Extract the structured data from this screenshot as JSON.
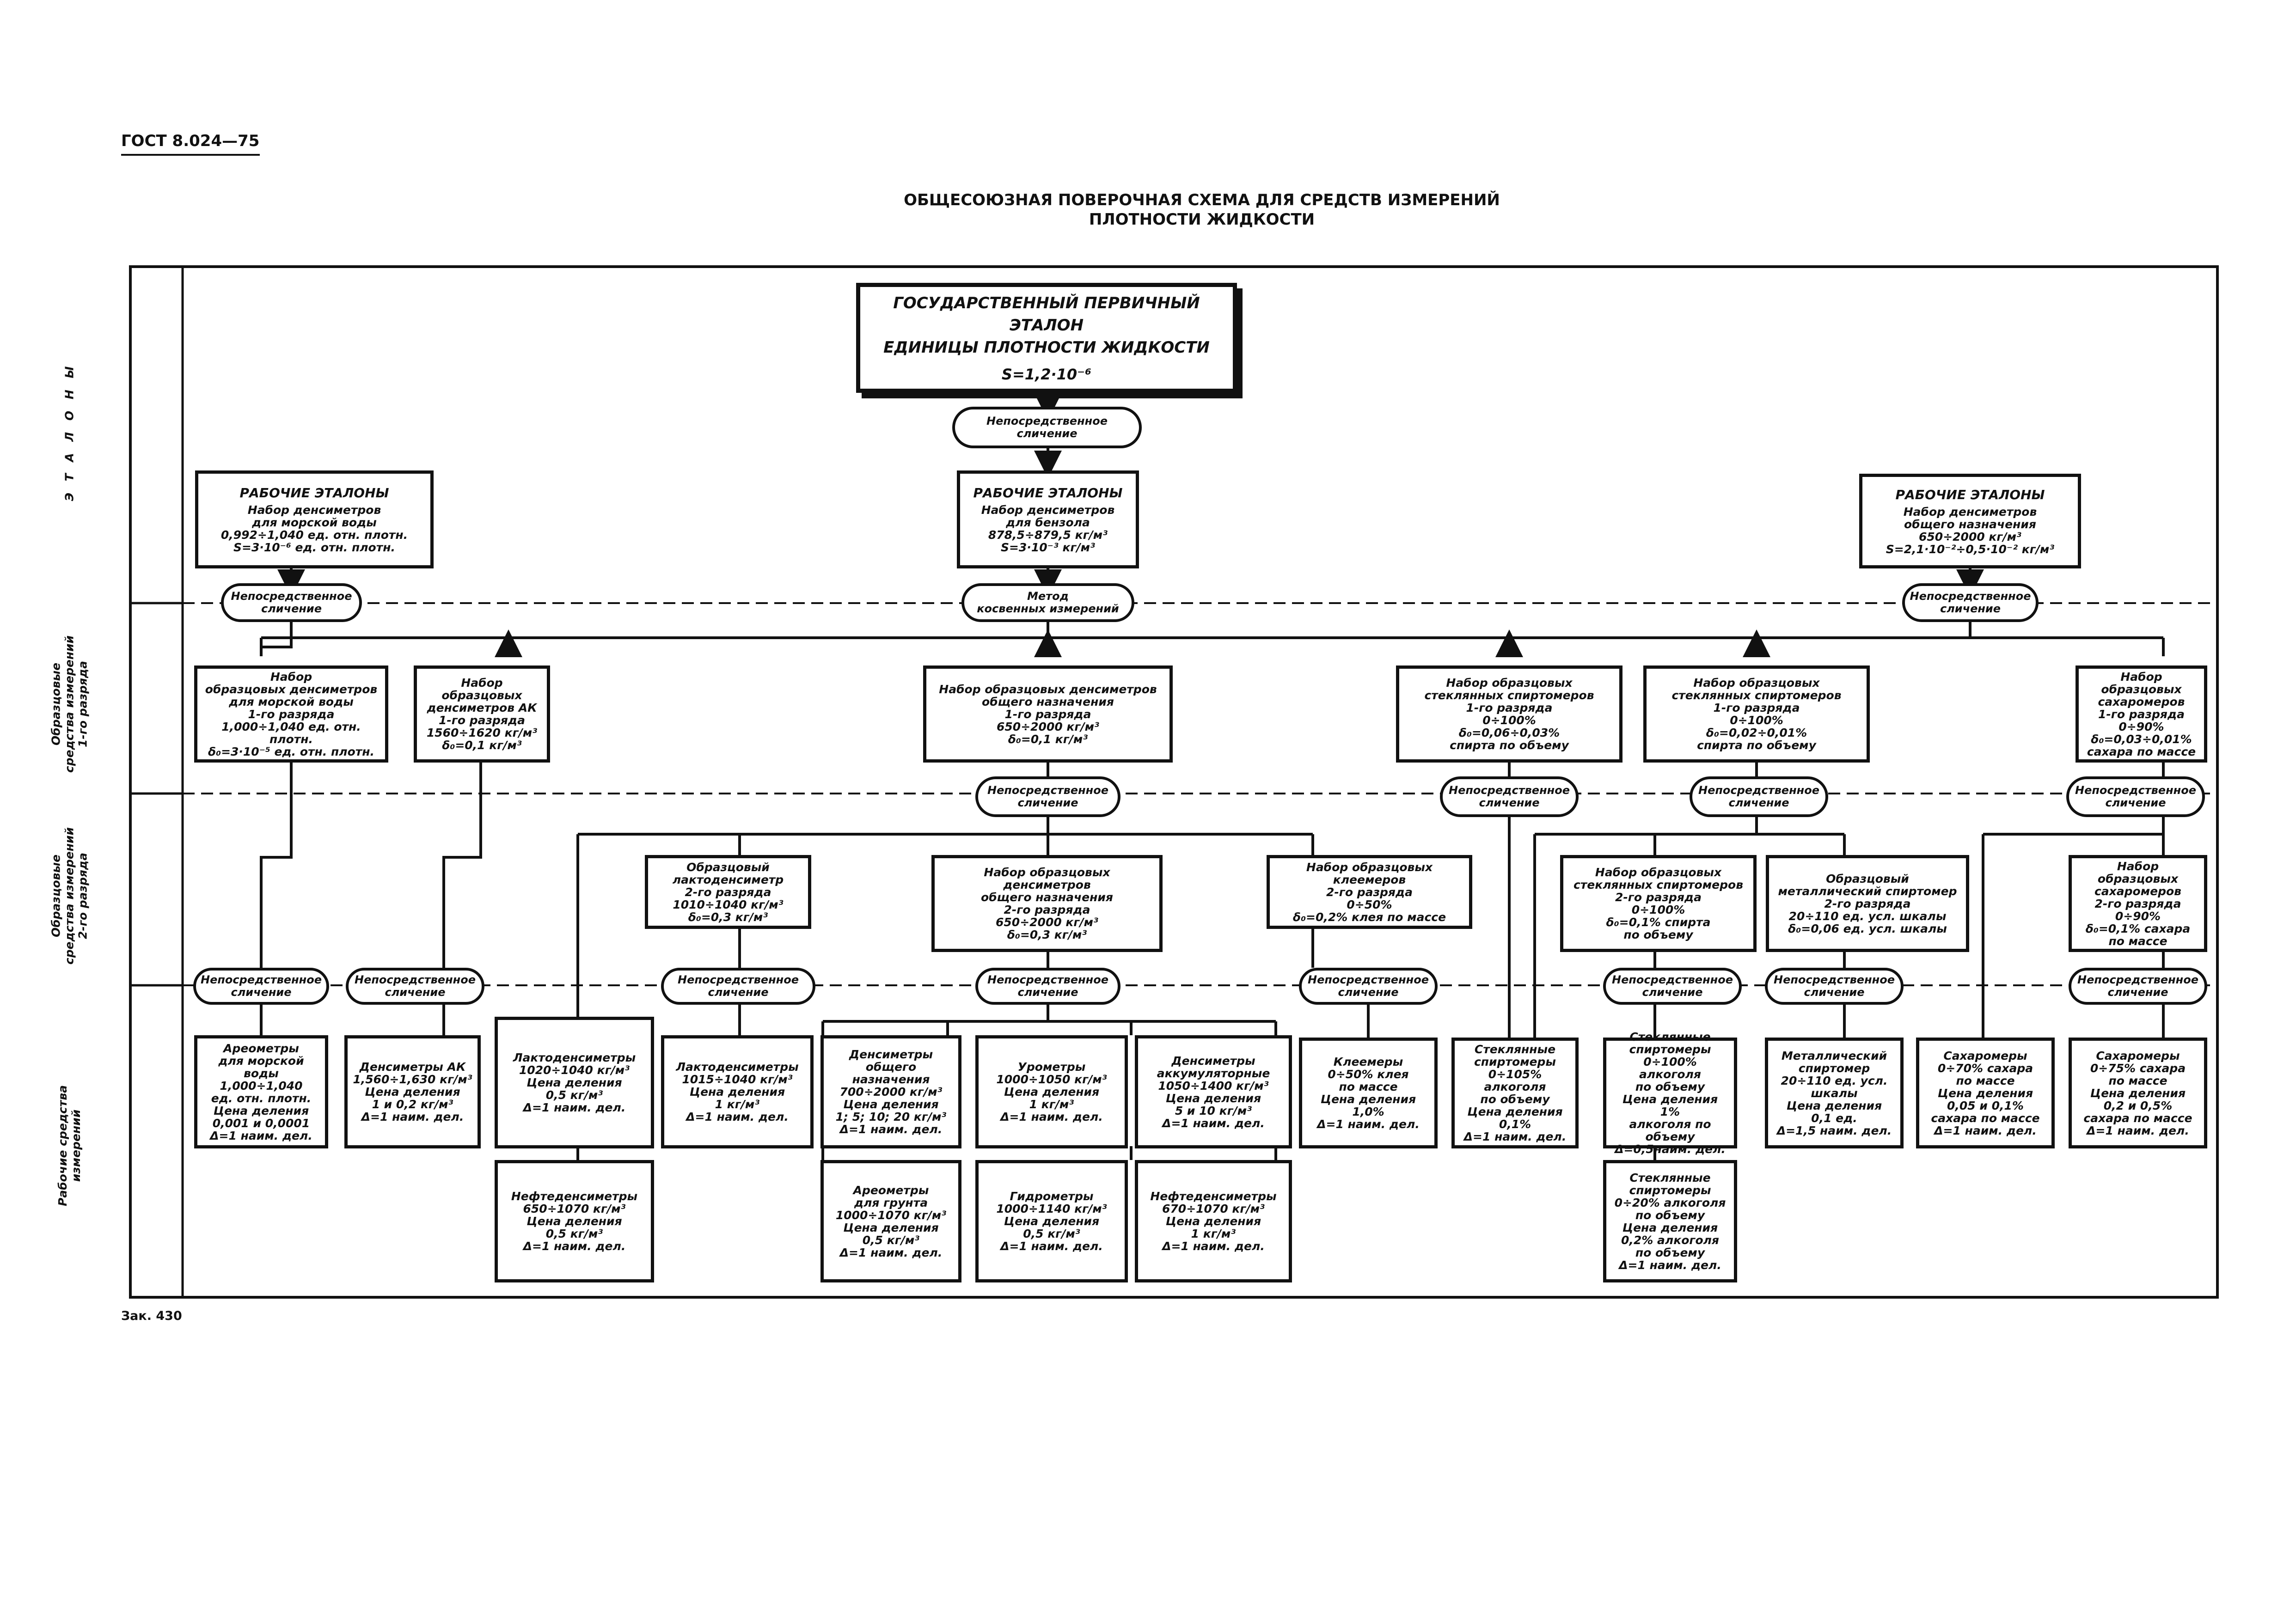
{
  "doc_code": "ГОСТ 8.024—75",
  "title_line1": "ОБЩЕСОЮЗНАЯ ПОВЕРОЧНАЯ СХЕМА ДЛЯ СРЕДСТВ ИЗМЕРЕНИЙ",
  "title_line2": "ПЛОТНОСТИ   ЖИДКОСТИ",
  "order_note": "Зак. 430",
  "rows": {
    "etalony": "Э Т А Л О Н Ы",
    "level1_l1": "Образцовые",
    "level1_l2": "средства измерений",
    "level1_l3": "1-го разряда",
    "level2_l1": "Образцовые",
    "level2_l2": "средства измерений",
    "level2_l3": "2-го разряда",
    "working": "Рабочие средства измерений"
  },
  "primary": {
    "l1": "ГОСУДАРСТВЕННЫЙ ПЕРВИЧНЫЙ ЭТАЛОН",
    "l2": "ЕДИНИЦЫ ПЛОТНОСТИ ЖИДКОСТИ",
    "l3": "S=1,2·10⁻⁶"
  },
  "ovals": {
    "top": {
      "l1": "Непосредственное",
      "l2": "сличение"
    },
    "we_left": {
      "l1": "Непосредственное",
      "l2": "сличение"
    },
    "we_mid": {
      "l1": "Метод",
      "l2": "косвенных измерений"
    },
    "we_right": {
      "l1": "Непосредственное",
      "l2": "сличение"
    },
    "l1_gen": {
      "l1": "Непосредственное",
      "l2": "сличение"
    },
    "l1_glass": {
      "l1": "Непосредственное",
      "l2": "сличение"
    },
    "l1_glass2": {
      "l1": "Непосредственное",
      "l2": "сличение"
    },
    "l1_sugar": {
      "l1": "Непосредственное",
      "l2": "сличение"
    },
    "l2_sea": {
      "l1": "Непосредственное",
      "l2": "сличение"
    },
    "l2_ak": {
      "l1": "Непосредственное",
      "l2": "сличение"
    },
    "l2_lacto": {
      "l1": "Непосредственное",
      "l2": "сличение"
    },
    "l2_gen": {
      "l1": "Непосредственное",
      "l2": "сличение"
    },
    "l2_glue": {
      "l1": "Непосредственное",
      "l2": "сличение"
    },
    "l2_glass": {
      "l1": "Непосредственное",
      "l2": "сличение"
    },
    "l2_metal": {
      "l1": "Непосредственное",
      "l2": "сличение"
    },
    "l2_sugar": {
      "l1": "Непосредственное",
      "l2": "сличение"
    }
  },
  "working_etalons": [
    {
      "title": "РАБОЧИЕ ЭТАЛОНЫ",
      "lines": [
        "Набор денсиметров",
        "для морской воды",
        "0,992÷1,040 ед. отн. плотн.",
        "S=3·10⁻⁶ ед. отн. плотн."
      ]
    },
    {
      "title": "РАБОЧИЕ ЭТАЛОНЫ",
      "lines": [
        "Набор денсиметров",
        "для бензола",
        "878,5÷879,5 кг/м³",
        "S=3·10⁻³ кг/м³"
      ]
    },
    {
      "title": "РАБОЧИЕ ЭТАЛОНЫ",
      "lines": [
        "Набор денсиметров",
        "общего назначения",
        "650÷2000 кг/м³",
        "S=2,1·10⁻²÷0,5·10⁻² кг/м³"
      ]
    }
  ],
  "level1": [
    {
      "lines": [
        "Набор",
        "образцовых денсиметров",
        "для морской воды",
        "1-го разряда",
        "1,000÷1,040 ед. отн. плотн.",
        "δ₀=3·10⁻⁵ ед. отн. плотн."
      ]
    },
    {
      "lines": [
        "Набор образцовых",
        "денсиметров АК",
        "1-го разряда",
        "1560÷1620 кг/м³",
        "δ₀=0,1 кг/м³"
      ]
    },
    {
      "lines": [
        "Набор образцовых денсиметров",
        "общего назначения",
        "1-го разряда",
        "650÷2000 кг/м³",
        "δ₀=0,1 кг/м³"
      ]
    },
    {
      "lines": [
        "Набор образцовых",
        "стеклянных спиртомеров",
        "1-го разряда",
        "0÷100%",
        "δ₀=0,06÷0,03%",
        "спирта по объему"
      ]
    },
    {
      "lines": [
        "Набор образцовых",
        "стеклянных спиртомеров",
        "1-го разряда",
        "0÷100%",
        "δ₀=0,02÷0,01%",
        "спирта по объему"
      ]
    },
    {
      "lines": [
        "Набор образцовых",
        "сахаромеров",
        "1-го разряда",
        "0÷90%",
        "δ₀=0,03÷0,01%",
        "сахара по массе"
      ]
    }
  ],
  "level2": [
    {
      "lines": [
        "Образцовый",
        "лактоденсиметр",
        "2-го разряда",
        "1010÷1040 кг/м³",
        "δ₀=0,3 кг/м³"
      ]
    },
    {
      "lines": [
        "Набор образцовых денсиметров",
        "общего назначения",
        "2-го разряда",
        "650÷2000 кг/м³",
        "δ₀=0,3 кг/м³"
      ]
    },
    {
      "lines": [
        "Набор образцовых клеемеров",
        "2-го разряда",
        "0÷50%",
        "δ₀=0,2% клея по массе"
      ]
    },
    {
      "lines": [
        "Набор образцовых",
        "стеклянных спиртомеров",
        "2-го разряда",
        "0÷100%",
        "δ₀=0,1% спирта",
        "по объему"
      ]
    },
    {
      "lines": [
        "Образцовый",
        "металлический спиртомер",
        "2-го разряда",
        "20÷110 ед. усл. шкалы",
        "δ₀=0,06 ед. усл. шкалы"
      ]
    },
    {
      "lines": [
        "Набор образцовых",
        "сахаромеров",
        "2-го разряда",
        "0÷90%",
        "δ₀=0,1% сахара",
        "по массе"
      ]
    }
  ],
  "working": [
    {
      "lines": [
        "Ареометры",
        "для морской воды",
        "1,000÷1,040",
        "ед. отн. плотн.",
        "Цена деления",
        "0,001 и 0,0001",
        "Δ=1 наим. дел."
      ]
    },
    {
      "lines": [
        "Денсиметры АК",
        "1,560÷1,630 кг/м³",
        "Цена деления",
        "1 и 0,2 кг/м³",
        "Δ=1 наим. дел."
      ]
    },
    {
      "lines": [
        "Лактоденсиметры",
        "1020÷1040 кг/м³",
        "Цена деления",
        "0,5 кг/м³",
        "Δ=1 наим. дел."
      ]
    },
    {
      "lines": [
        "Нефтеденсиметры",
        "650÷1070 кг/м³",
        "Цена деления",
        "0,5 кг/м³",
        "Δ=1 наим. дел."
      ]
    },
    {
      "lines": [
        "Лактоденсиметры",
        "1015÷1040 кг/м³",
        "Цена деления",
        "1 кг/м³",
        "Δ=1 наим. дел."
      ]
    },
    {
      "lines": [
        "Денсиметры",
        "общего назначения",
        "700÷2000 кг/м³",
        "Цена деления",
        "1; 5; 10; 20 кг/м³",
        "Δ=1 наим. дел."
      ]
    },
    {
      "lines": [
        "Ареометры",
        "для грунта",
        "1000÷1070 кг/м³",
        "Цена деления",
        "0,5 кг/м³",
        "Δ=1 наим. дел."
      ]
    },
    {
      "lines": [
        "Урометры",
        "1000÷1050 кг/м³",
        "Цена деления",
        "1 кг/м³",
        "Δ=1 наим. дел."
      ]
    },
    {
      "lines": [
        "Гидрометры",
        "1000÷1140 кг/м³",
        "Цена деления",
        "0,5 кг/м³",
        "Δ=1 наим. дел."
      ]
    },
    {
      "lines": [
        "Денсиметры",
        "аккумуляторные",
        "1050÷1400 кг/м³",
        "Цена деления",
        "5 и 10 кг/м³",
        "Δ=1 наим. дел."
      ]
    },
    {
      "lines": [
        "Нефтеденсиметры",
        "670÷1070 кг/м³",
        "Цена деления",
        "1 кг/м³",
        "Δ=1 наим. дел."
      ]
    },
    {
      "lines": [
        "Клеемеры",
        "0÷50% клея",
        "по массе",
        "Цена деления",
        "1,0%",
        "Δ=1 наим. дел."
      ]
    },
    {
      "lines": [
        "Стеклянные",
        "спиртомеры",
        "0÷105% алкоголя",
        "по объему",
        "Цена деления",
        "0,1%",
        "Δ=1 наим. дел."
      ]
    },
    {
      "lines": [
        "Стеклянные",
        "спиртомеры",
        "0÷100% алкоголя",
        "по объему",
        "Цена деления 1%",
        "алкоголя по объему",
        "Δ=0,5наим. дел."
      ]
    },
    {
      "lines": [
        "Стеклянные",
        "спиртомеры",
        "0÷20% алкоголя",
        "по объему",
        "Цена деления",
        "0,2% алкоголя",
        "по объему",
        "Δ=1 наим. дел."
      ]
    },
    {
      "lines": [
        "Металлический",
        "спиртомер",
        "20÷110 ед. усл.",
        "шкалы",
        "Цена деления",
        "0,1 ед.",
        "Δ=1,5 наим. дел."
      ]
    },
    {
      "lines": [
        "Сахаромеры",
        "0÷70% сахара",
        "по массе",
        "Цена деления",
        "0,05 и 0,1%",
        "сахара по массе",
        "Δ=1 наим. дел."
      ]
    },
    {
      "lines": [
        "Сахаромеры",
        "0÷75% сахара",
        "по массе",
        "Цена деления",
        "0,2 и 0,5%",
        "сахара по массе",
        "Δ=1 наим. дел."
      ]
    }
  ]
}
